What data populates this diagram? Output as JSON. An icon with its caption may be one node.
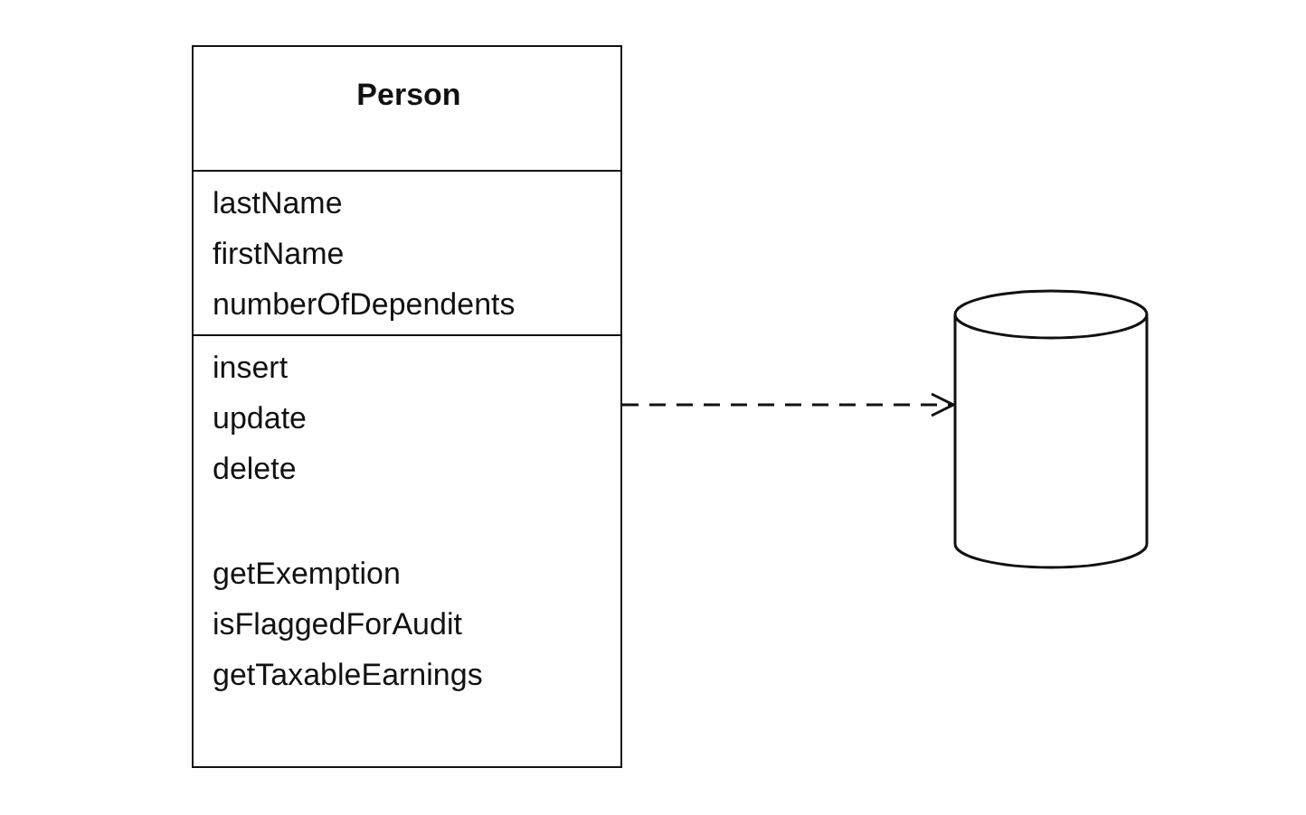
{
  "diagram": {
    "nodes": [
      {
        "text": [
          "Person"
        ]
      },
      {
        "text": [
          "lastName",
          "firstName",
          "numberOfDependents"
        ],
        "in": 0
      },
      {
        "text": [
          "insert",
          "update",
          "delete",
          "getExemption",
          "isFlaggedForAudit",
          "getTaxableEarnings"
        ],
        "in": 0
      },
      {
        "text": [],
        "shape": "cylinder"
      }
    ],
    "edges": [
      {
        "from": 0,
        "to": 3,
        "arrow": "to",
        "style": "dashed"
      }
    ]
  }
}
